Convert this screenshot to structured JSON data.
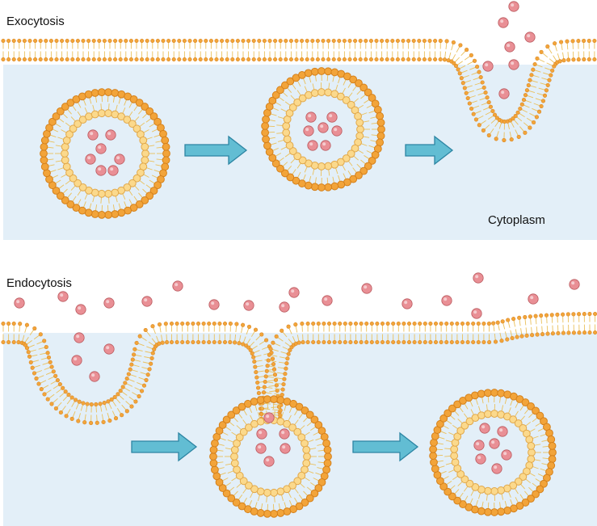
{
  "panels": {
    "exocytosis": {
      "title": "Exocytosis",
      "region_label": "Cytoplasm"
    },
    "endocytosis": {
      "title": "Endocytosis"
    }
  },
  "colors": {
    "cytoplasm": "#e3eff8",
    "head_outer": "#f2a43a",
    "head_outer_edge": "#d5801a",
    "head_inner": "#fbd98c",
    "tail": "#eac05c",
    "cargo": "#e98f95",
    "cargo_edge": "#b9585d",
    "arrow_fill": "#62bdd3",
    "arrow_edge": "#2d85a3"
  },
  "icons": [
    "lipid-bilayer",
    "vesicle",
    "cargo-molecule",
    "process-arrow"
  ]
}
